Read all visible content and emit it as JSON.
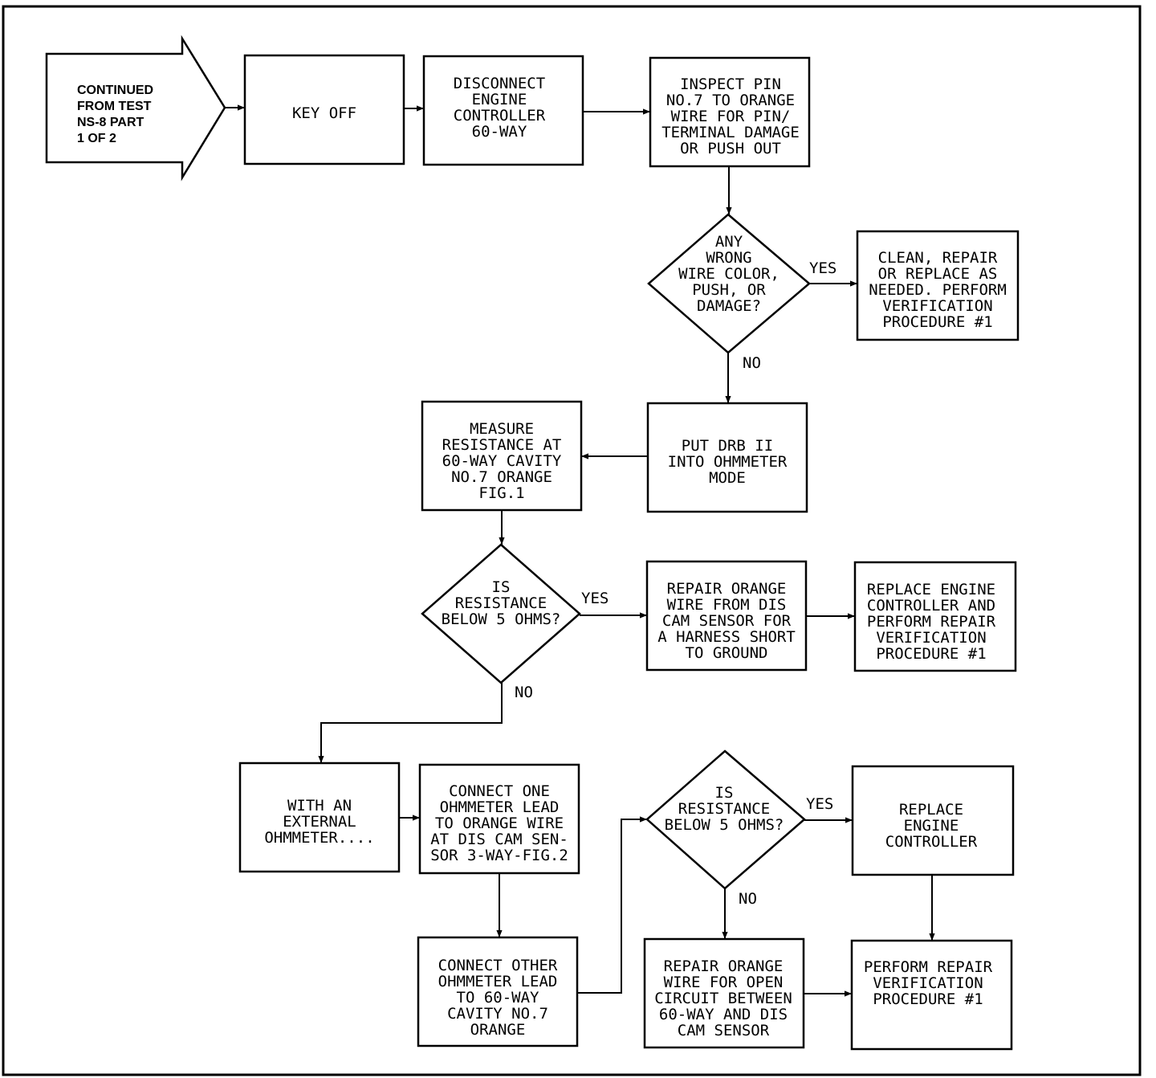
{
  "start": {
    "lines": [
      "CONTINUED",
      "FROM TEST",
      "NS-8 PART",
      "1 OF 2"
    ]
  },
  "nodes": {
    "key_off": [
      "KEY OFF"
    ],
    "disconnect": [
      "DISCONNECT",
      "ENGINE",
      "CONTROLLER",
      "60-WAY"
    ],
    "inspect": [
      "INSPECT PIN",
      "NO.7 TO ORANGE",
      "WIRE FOR PIN/",
      "TERMINAL DAMAGE",
      "OR PUSH OUT"
    ],
    "decision_wrong": [
      "ANY",
      "WRONG",
      "WIRE COLOR,",
      "PUSH, OR",
      "DAMAGE?"
    ],
    "clean_repair": [
      "CLEAN, REPAIR",
      "OR REPLACE AS",
      "NEEDED. PERFORM",
      "VERIFICATION",
      "PROCEDURE #1"
    ],
    "put_drb": [
      "PUT DRB II",
      "INTO OHMMETER",
      "MODE"
    ],
    "measure": [
      "MEASURE",
      "RESISTANCE AT",
      "60-WAY CAVITY",
      "NO.7 ORANGE",
      "FIG.1"
    ],
    "decision_res1": [
      "IS",
      "RESISTANCE",
      "BELOW 5 OHMS?"
    ],
    "repair_short": [
      "REPAIR ORANGE",
      "WIRE FROM DIS",
      "CAM SENSOR FOR",
      "A HARNESS SHORT",
      "TO GROUND"
    ],
    "replace_perform": [
      "REPLACE ENGINE",
      "CONTROLLER AND",
      "PERFORM REPAIR",
      "VERIFICATION",
      "PROCEDURE #1"
    ],
    "external": [
      "WITH AN",
      "EXTERNAL",
      "OHMMETER...."
    ],
    "connect_one": [
      "CONNECT ONE",
      "OHMMETER LEAD",
      "TO ORANGE WIRE",
      "AT DIS CAM SEN-",
      "SOR 3-WAY-FIG.2"
    ],
    "decision_res2": [
      "IS",
      "RESISTANCE",
      "BELOW 5 OHMS?"
    ],
    "replace_ctrl": [
      "REPLACE",
      "ENGINE",
      "CONTROLLER"
    ],
    "connect_other": [
      "CONNECT OTHER",
      "OHMMETER LEAD",
      "TO 60-WAY",
      "CAVITY NO.7",
      "ORANGE"
    ],
    "repair_open": [
      "REPAIR ORANGE",
      "WIRE FOR OPEN",
      "CIRCUIT BETWEEN",
      "60-WAY AND DIS",
      "CAM SENSOR"
    ],
    "perform_verify": [
      "PERFORM REPAIR",
      "VERIFICATION",
      "PROCEDURE #1"
    ]
  },
  "branch_labels": {
    "yes_1": "YES",
    "no_1": "NO",
    "yes_2": "YES",
    "no_2": "NO",
    "yes_3": "YES",
    "no_3": "NO"
  }
}
